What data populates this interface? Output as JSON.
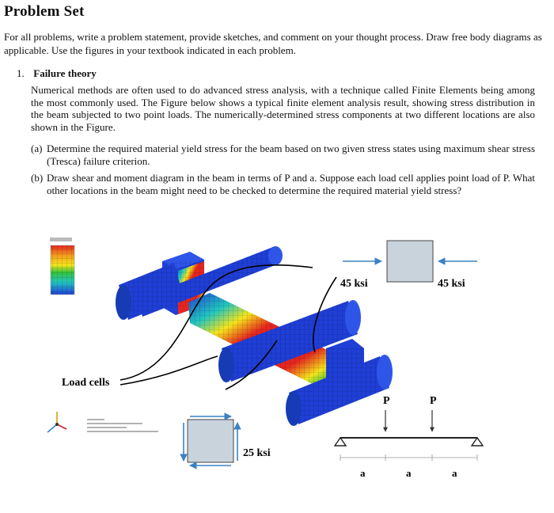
{
  "page_title": "Problem Set",
  "intro": "For all problems, write a problem statement, provide sketches, and comment on your thought process. Draw free body diagrams as applicable. Use the figures in your textbook indicated in each problem.",
  "problem": {
    "number": "1.",
    "name": "Failure theory",
    "body": "Numerical methods are often used to do advanced stress analysis, with a technique called Finite Elements being among the most commonly used. The Figure below shows a typical finite element analysis result, showing stress distribution in the beam subjected to two point loads. The numerically-determined stress components at two different locations are also shown in the Figure.",
    "parts": [
      {
        "label": "(a)",
        "text": "Determine the required material yield stress for the beam based on two given stress states using maximum shear stress (Tresca) failure criterion."
      },
      {
        "label": "(b)",
        "text": "Draw shear and moment diagram in the beam in terms of P and a. Suppose each load cell applies point load of P. What other locations in the beam might need to be checked to determine the required material yield stress?"
      }
    ]
  },
  "figure": {
    "load_cells_label": "Load cells",
    "stress_top_left": "45 ksi",
    "stress_top_right": "45 ksi",
    "stress_bottom": "25 ksi",
    "load_label_1": "P",
    "load_label_2": "P",
    "span_labels": [
      "a",
      "a",
      "a"
    ],
    "colors": {
      "roller_blue": "#1f3fd6",
      "beam_red": "#e5261f",
      "stress_element": "#c9d3dc",
      "arrow_blue": "#3a82c4"
    }
  }
}
